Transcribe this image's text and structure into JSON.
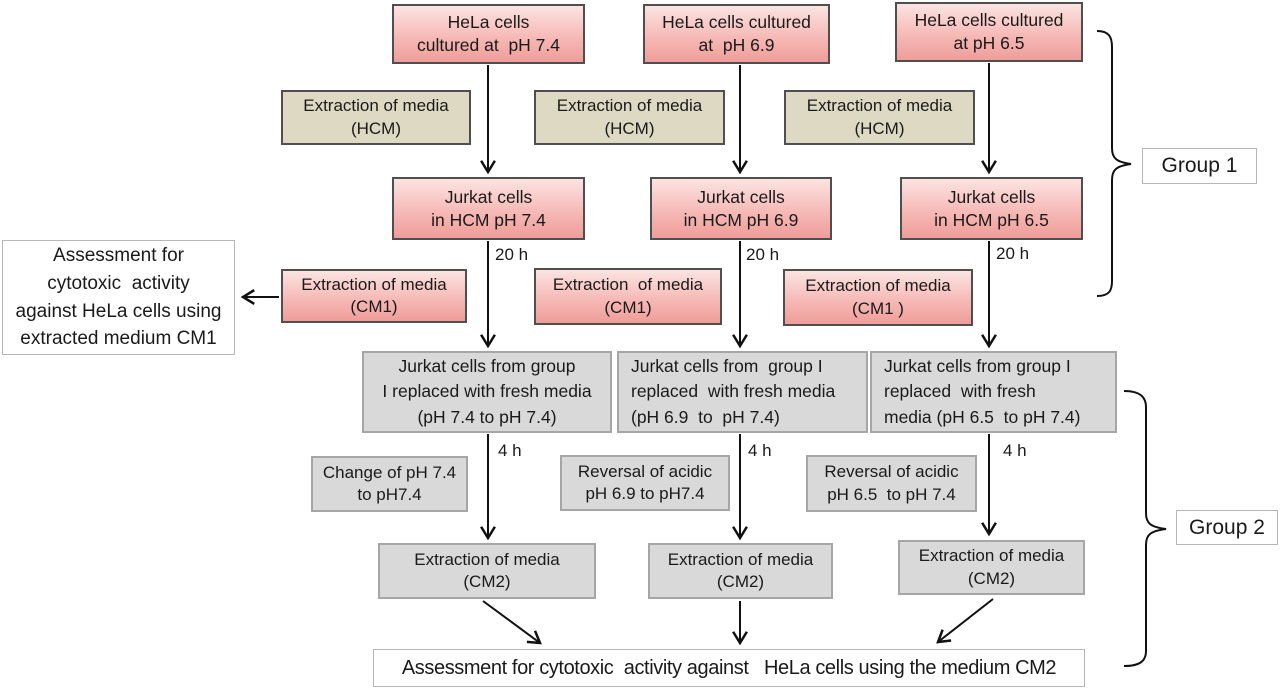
{
  "colors": {
    "pink_top": "#fbe4e2",
    "pink_bottom": "#ef9d99",
    "tan": "#ddd9c3",
    "gray": "#d9d9d9",
    "dark_border": "#4f4f4f",
    "light_border": "#a6a6a6",
    "line": "#111111"
  },
  "columns": [
    {
      "hela": "HeLa cells\ncultured at  pH 7.4",
      "hcm": "Extraction of media\n(HCM)",
      "jurkat": "Jurkat cells\nin HCM pH 7.4",
      "time1": "20 h",
      "cm1": "Extraction of media\n(CM1)",
      "regroup": "Jurkat cells from group\nI replaced with fresh media\n(pH 7.4 to pH 7.4)",
      "time2": "4 h",
      "ph_change": "Change of pH 7.4\nto pH7.4",
      "cm2": "Extraction of media\n(CM2)"
    },
    {
      "hela": "HeLa cells cultured\nat  pH 6.9",
      "hcm": "Extraction of media\n(HCM)",
      "jurkat": "Jurkat cells\nin HCM pH 6.9",
      "time1": "20 h",
      "cm1": "Extraction  of media\n(CM1)",
      "regroup": "Jurkat cells from  group I\nreplaced  with fresh media\n(pH 6.9  to  pH 7.4)",
      "time2": "4 h",
      "ph_change": "Reversal of acidic\npH 6.9 to pH7.4",
      "cm2": "Extraction of media\n(CM2)"
    },
    {
      "hela": "HeLa cells cultured\nat pH 6.5",
      "hcm": "Extraction of media\n(HCM)",
      "jurkat": "Jurkat cells\nin HCM pH 6.5",
      "time1": "20 h",
      "cm1": "Extraction of media\n(CM1 )",
      "regroup": "Jurkat cells from group I\nreplaced  with fresh\nmedia (pH 6.5  to pH 7.4)",
      "time2": "4 h",
      "ph_change": "Reversal of acidic\npH 6.5  to pH 7.4",
      "cm2": "Extraction of media\n(CM2)"
    }
  ],
  "assessment_cm1": "Assessment for\ncytotoxic  activity\nagainst HeLa cells using\nextracted medium CM1",
  "assessment_cm2": "Assessment for cytotoxic  activity against   HeLa cells using the medium CM2",
  "group_labels": {
    "group1": "Group 1",
    "group2": "Group 2"
  }
}
